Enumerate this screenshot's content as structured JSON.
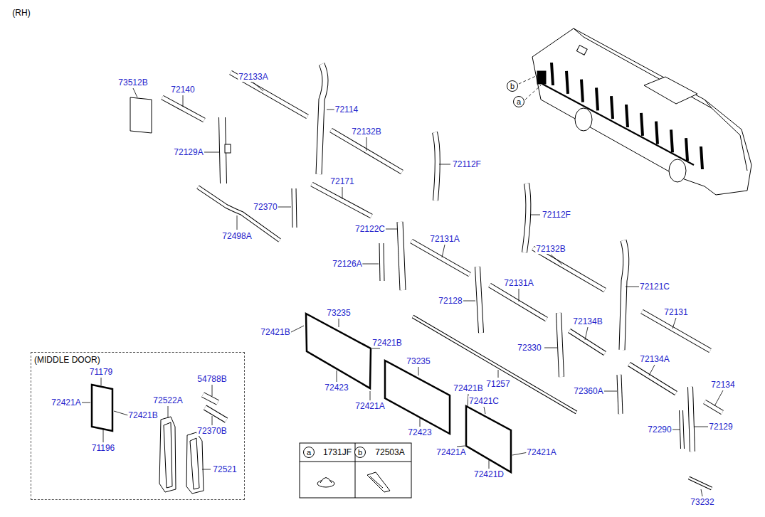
{
  "diagram": {
    "nodes": [
      {
        "text": [
          "b"
        ]
      },
      {
        "text": [
          "a"
        ]
      },
      {
        "text": [
          "(MIDDLE DOOR)"
        ]
      },
      {
        "text": [
          "a"
        ]
      },
      {
        "text": [
          "b"
        ]
      }
    ],
    "labels": [
      "(RH)",
      "73512B",
      "72140",
      "72133A",
      "72114",
      "72132B",
      "72129A",
      "72112F",
      "72171",
      "72370",
      "72122C",
      "72498A",
      "72131A",
      "72112F",
      "72126A",
      "72132B",
      "72121C",
      "72131A",
      "72128",
      "72131",
      "73235",
      "72421B",
      "72134B",
      "72330",
      "72421B",
      "73235",
      "71257",
      "72134A",
      "72423",
      "72421A",
      "72421B",
      "72421C",
      "72360A",
      "72134",
      "72290",
      "72129",
      "72423",
      "72421A",
      "72421A",
      "72421D",
      "73232",
      "71179",
      "72421A",
      "72421B",
      "71196",
      "54788B",
      "72522A",
      "72370B",
      "72521",
      "1731JF",
      "72503A"
    ]
  }
}
